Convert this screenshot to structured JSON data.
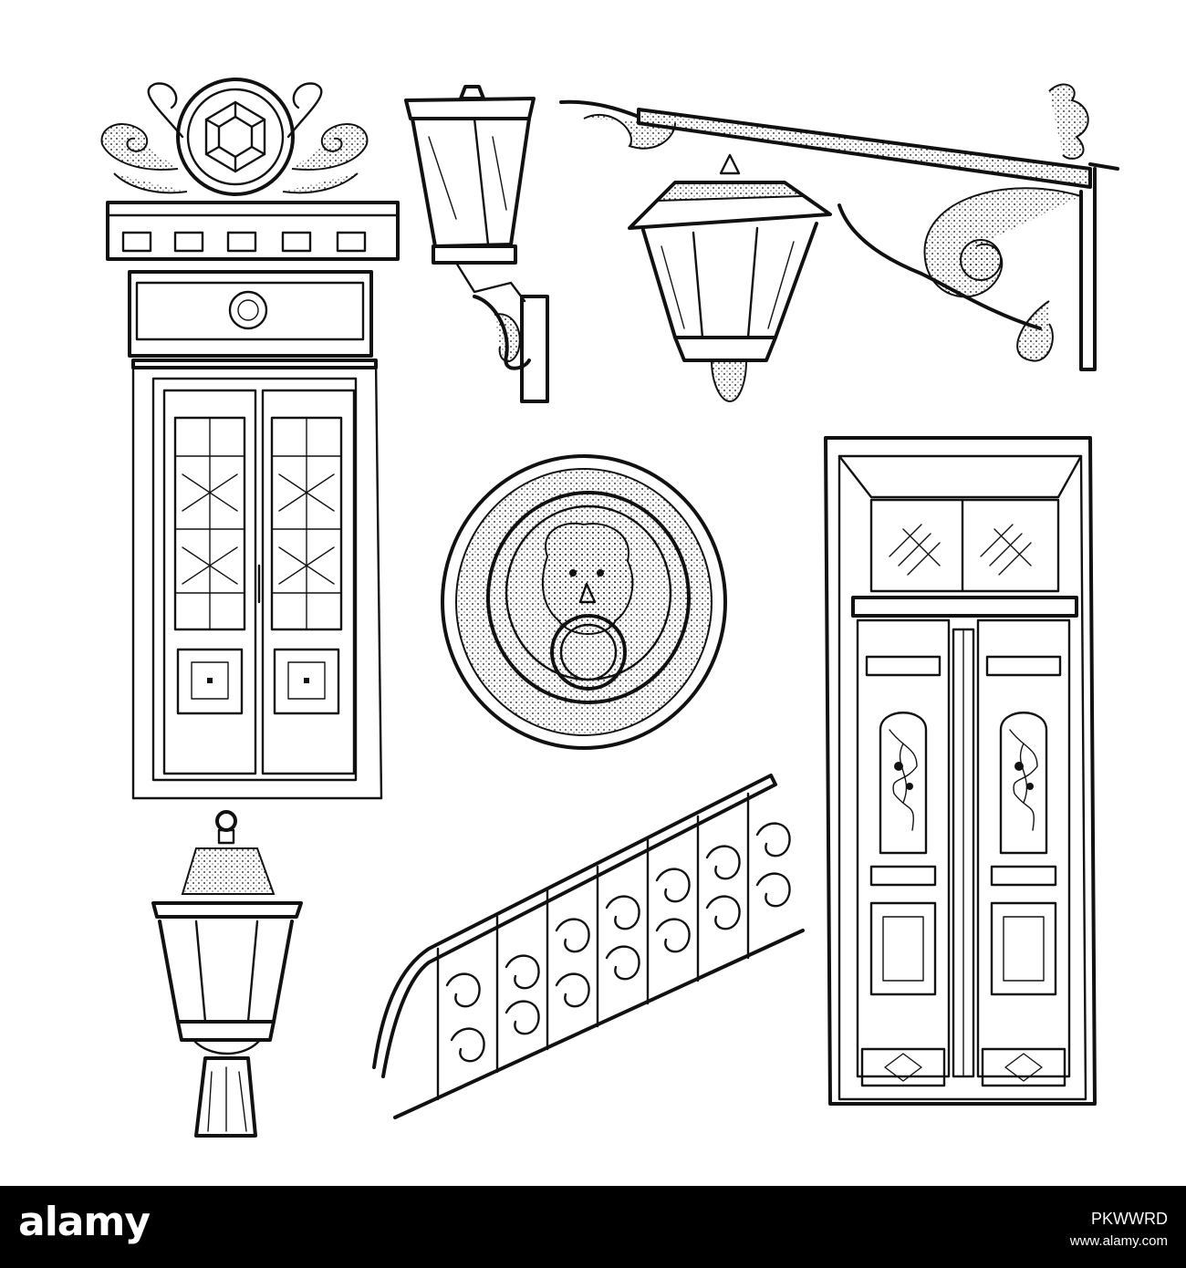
{
  "footer": {
    "logo": "alamy",
    "image_id": "PKWWRD",
    "url": "www.alamy.com"
  },
  "colors": {
    "ink": "#111111",
    "background": "#ffffff",
    "footer_bar": "#000000"
  }
}
